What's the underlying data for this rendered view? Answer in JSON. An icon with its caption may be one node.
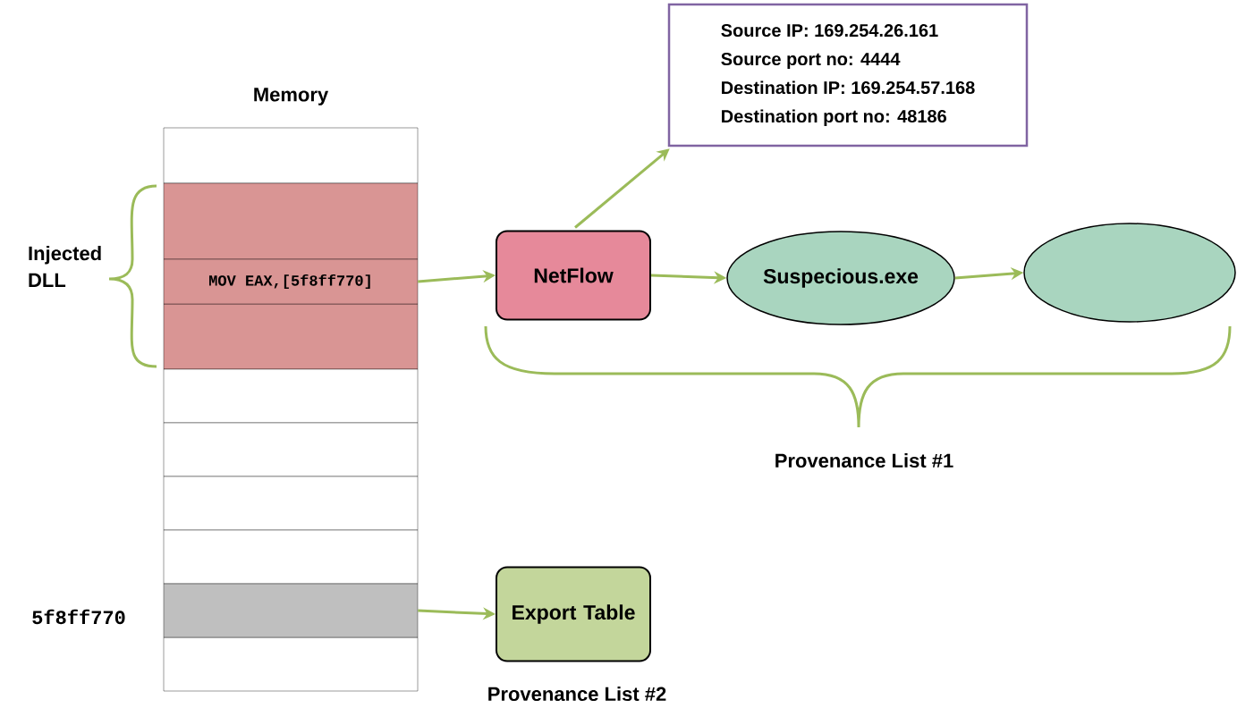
{
  "diagram": {
    "nodes": [
      {
        "text": [
          "**Source IP:** 169.254.26.161",
          "**Source port no:** 4444",
          "**Destination IP:** 169.254.57.168",
          "**Destination port no:** 48186"
        ]
      },
      {
        "text": [
          "MOV EAX,[5f8ff770]"
        ]
      },
      {
        "text": [
          "NetFlow"
        ]
      },
      {
        "text": [
          "Suspecious.exe"
        ]
      },
      {
        "text": [],
        "shape": "ellipse"
      },
      {
        "text": [],
        "shape": "box"
      },
      {
        "text": [
          "Export Table"
        ]
      }
    ],
    "edges": [
      {
        "from": 1,
        "to": 2,
        "arrow": "to"
      },
      {
        "from": 2,
        "to": 0,
        "arrow": "to"
      },
      {
        "from": 2,
        "to": 3,
        "arrow": "to"
      },
      {
        "from": 3,
        "to": 4,
        "arrow": "to"
      },
      {
        "from": 5,
        "to": 6,
        "arrow": "to"
      }
    ],
    "labels": [
      "Memory",
      "Injected DLL",
      "Provenance List #1",
      "5f8ff770",
      "Provenance List #2"
    ]
  }
}
